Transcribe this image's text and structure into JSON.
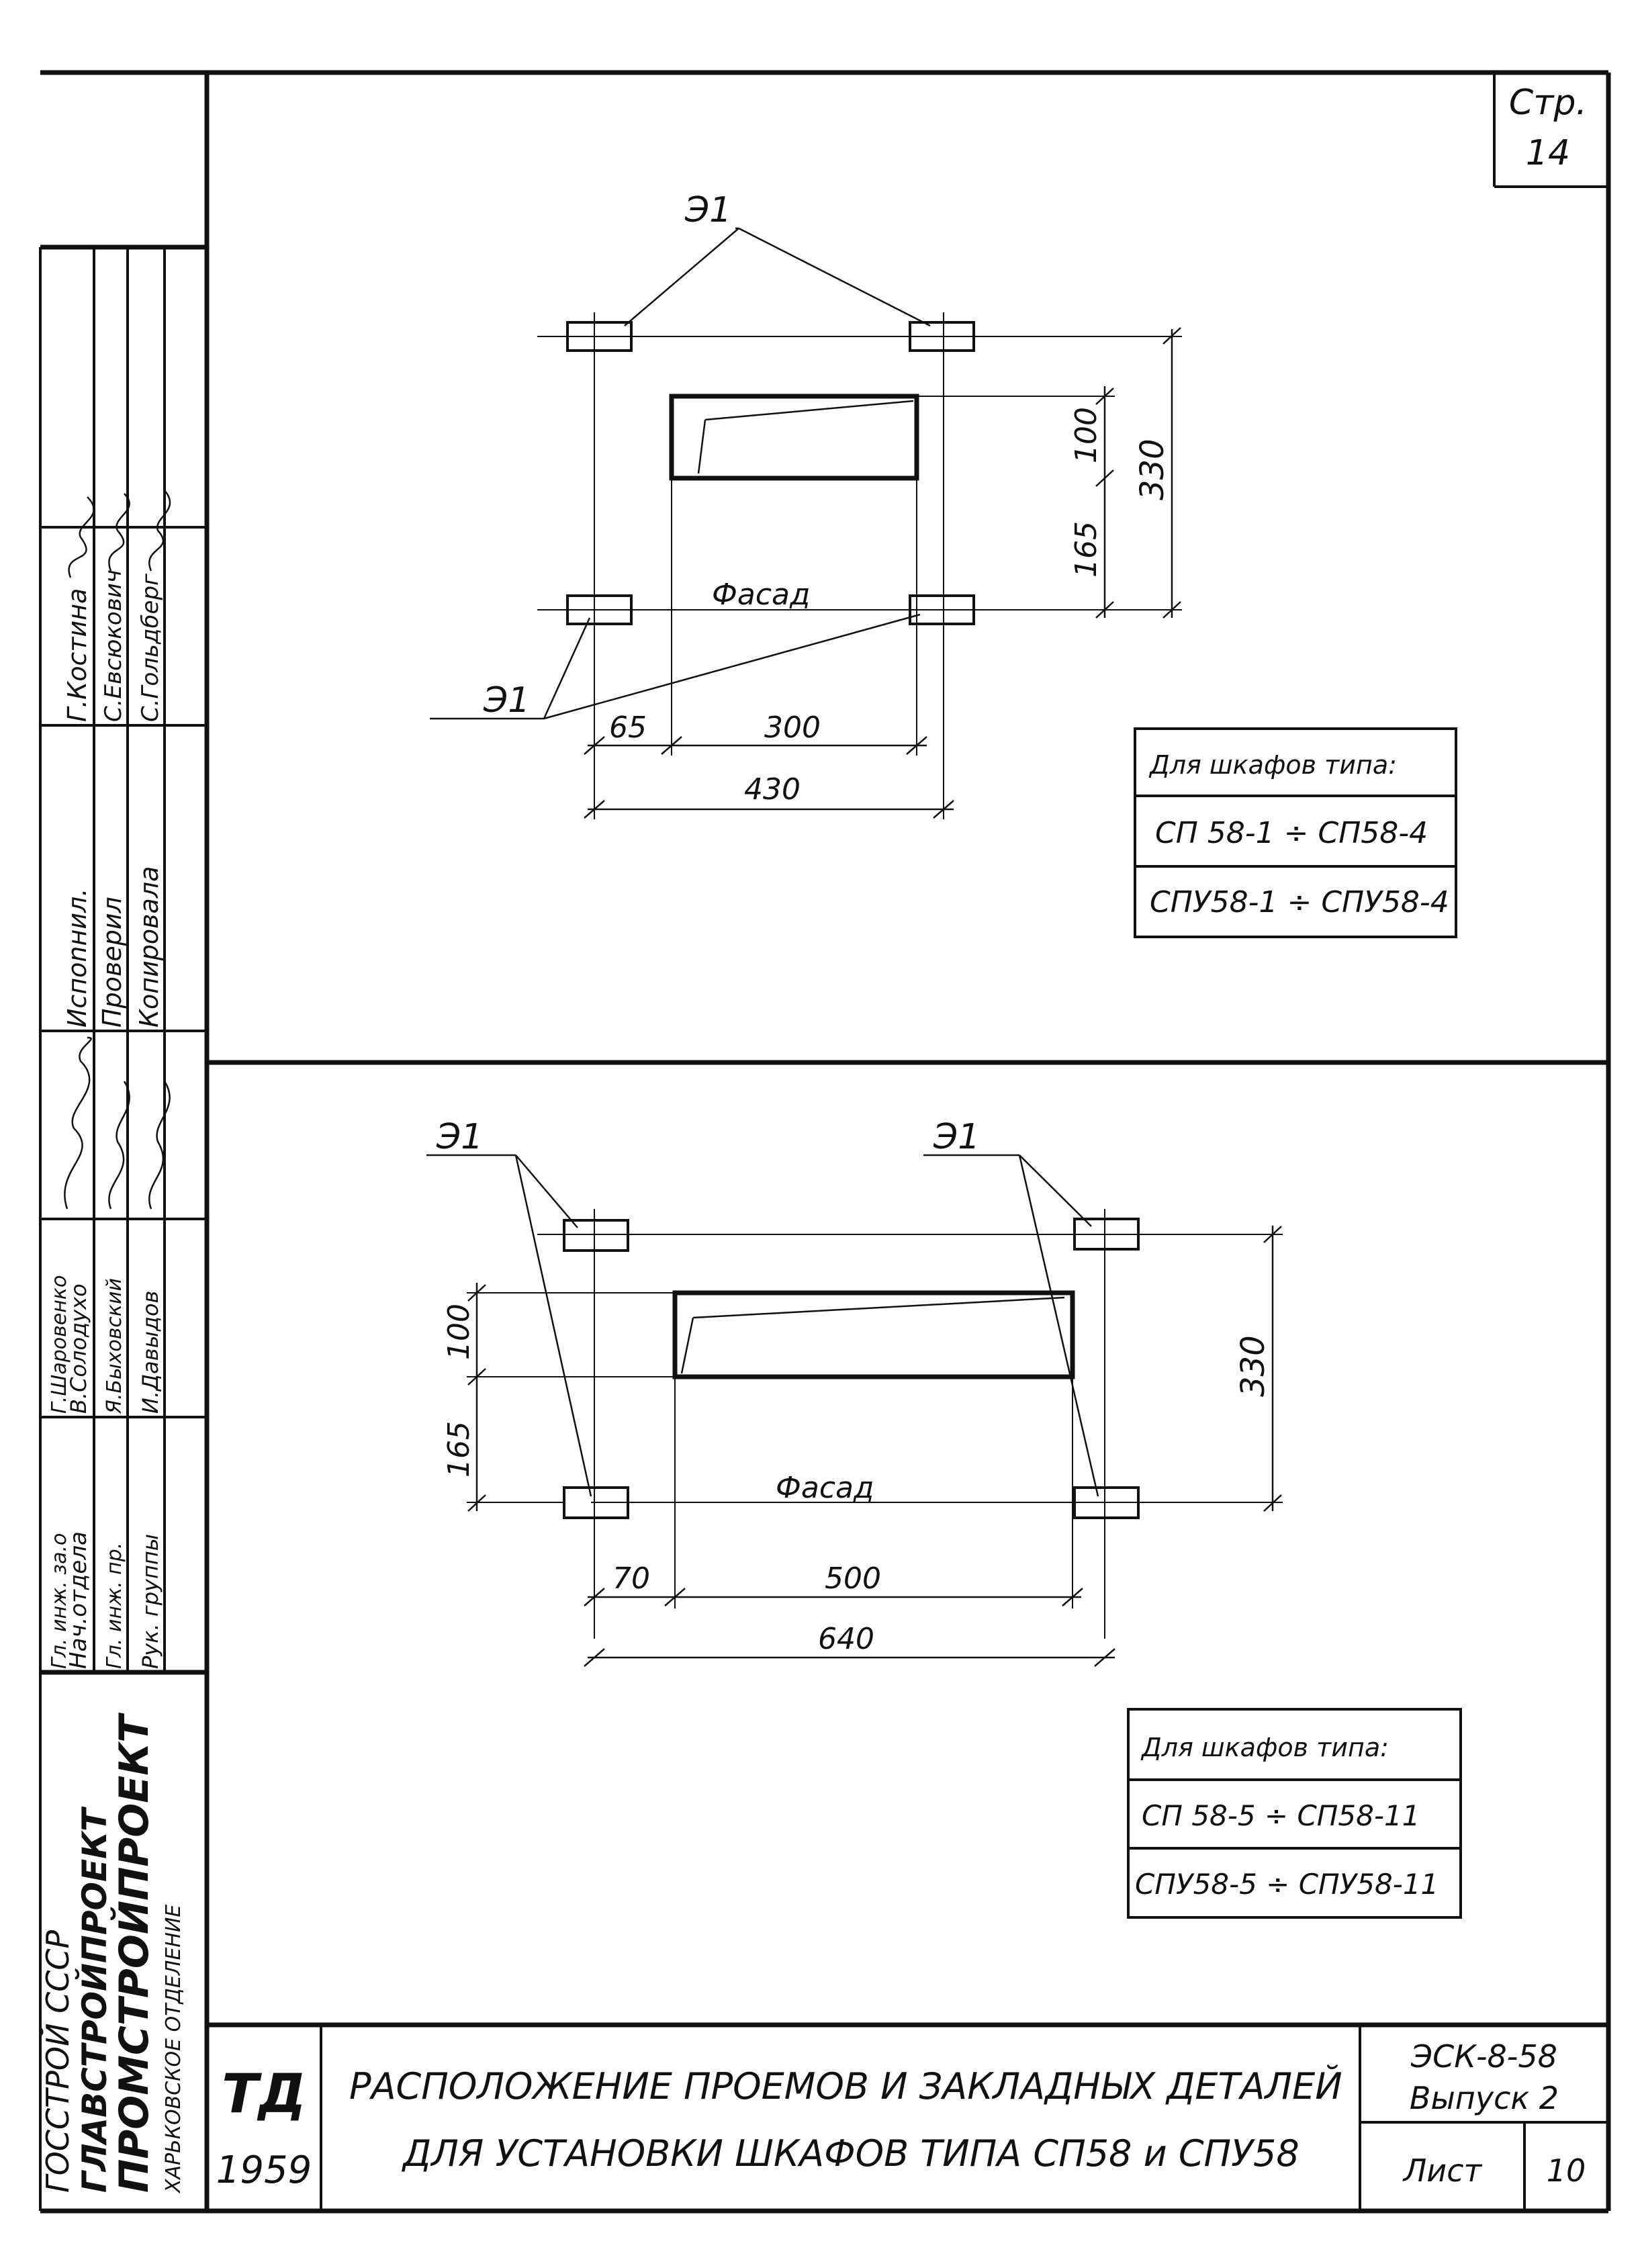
{
  "sheet": {
    "page_ref": {
      "line1": "Стр.",
      "line2": "14"
    },
    "org": {
      "line1": "ГОССТРОЙ   СССР",
      "line2": "ГЛАВСТРОЙПРОЕКТ",
      "line3": "ПРОМСТРОЙПРОЕКТ",
      "line4": "ХАРЬКОВСКОЕ    ОТДЕЛЕНИЕ"
    },
    "left_roles": [
      "Испоnнил.",
      "Проверил",
      "Копировала"
    ],
    "left_names": [
      "Г.Костина",
      "С.Евсюкович",
      "С.Гольдберг"
    ],
    "staff_roles": [
      "Гл. инж. за.о",
      "Нач.отдела",
      "Гл. инж. пр.",
      "Рук. группы"
    ],
    "staff_names": [
      "Г.Шаровенко",
      "В.Солодухо",
      "Я.Быховский",
      "И.Давыдов"
    ],
    "td": {
      "label": "ТД",
      "year": "1959"
    },
    "title": {
      "line1": "РАСПОЛОЖЕНИЕ ПРОЕМОВ И ЗАКЛАДНЫХ ДЕТАЛЕЙ",
      "line2": "ДЛЯ УСТАНОВКИ ШКАФОВ ТИПА СП58 и СПУ58"
    },
    "code": "ЭСК-8-58",
    "issue": "Выпуск 2",
    "list_label": "Лист",
    "list_number": "10"
  },
  "top_view": {
    "part_label_top": "Э1",
    "part_label_bottom": "Э1",
    "facade_label": "Фасад",
    "dim_left": "65",
    "dim_opening_width": "300",
    "dim_total_width": "430",
    "dim_opening_height": "100",
    "dim_lower": "165",
    "dim_total_height": "330",
    "types_table": {
      "header": "Для шкафов типа:",
      "row1": "СП 58-1 ÷ СП58-4",
      "row2": "СПУ58-1 ÷ СПУ58-4"
    }
  },
  "bottom_view": {
    "part_label_left": "Э1",
    "part_label_right": "Э1",
    "facade_label": "Фасад",
    "dim_left": "70",
    "dim_opening_width": "500",
    "dim_total_width": "640",
    "dim_opening_height": "100",
    "dim_lower": "165",
    "dim_total_height": "330",
    "types_table": {
      "header": "Для шкафов типа:",
      "row1": "СП 58-5 ÷ СП58-11",
      "row2": "СПУ58-5 ÷ СПУ58-11"
    }
  }
}
